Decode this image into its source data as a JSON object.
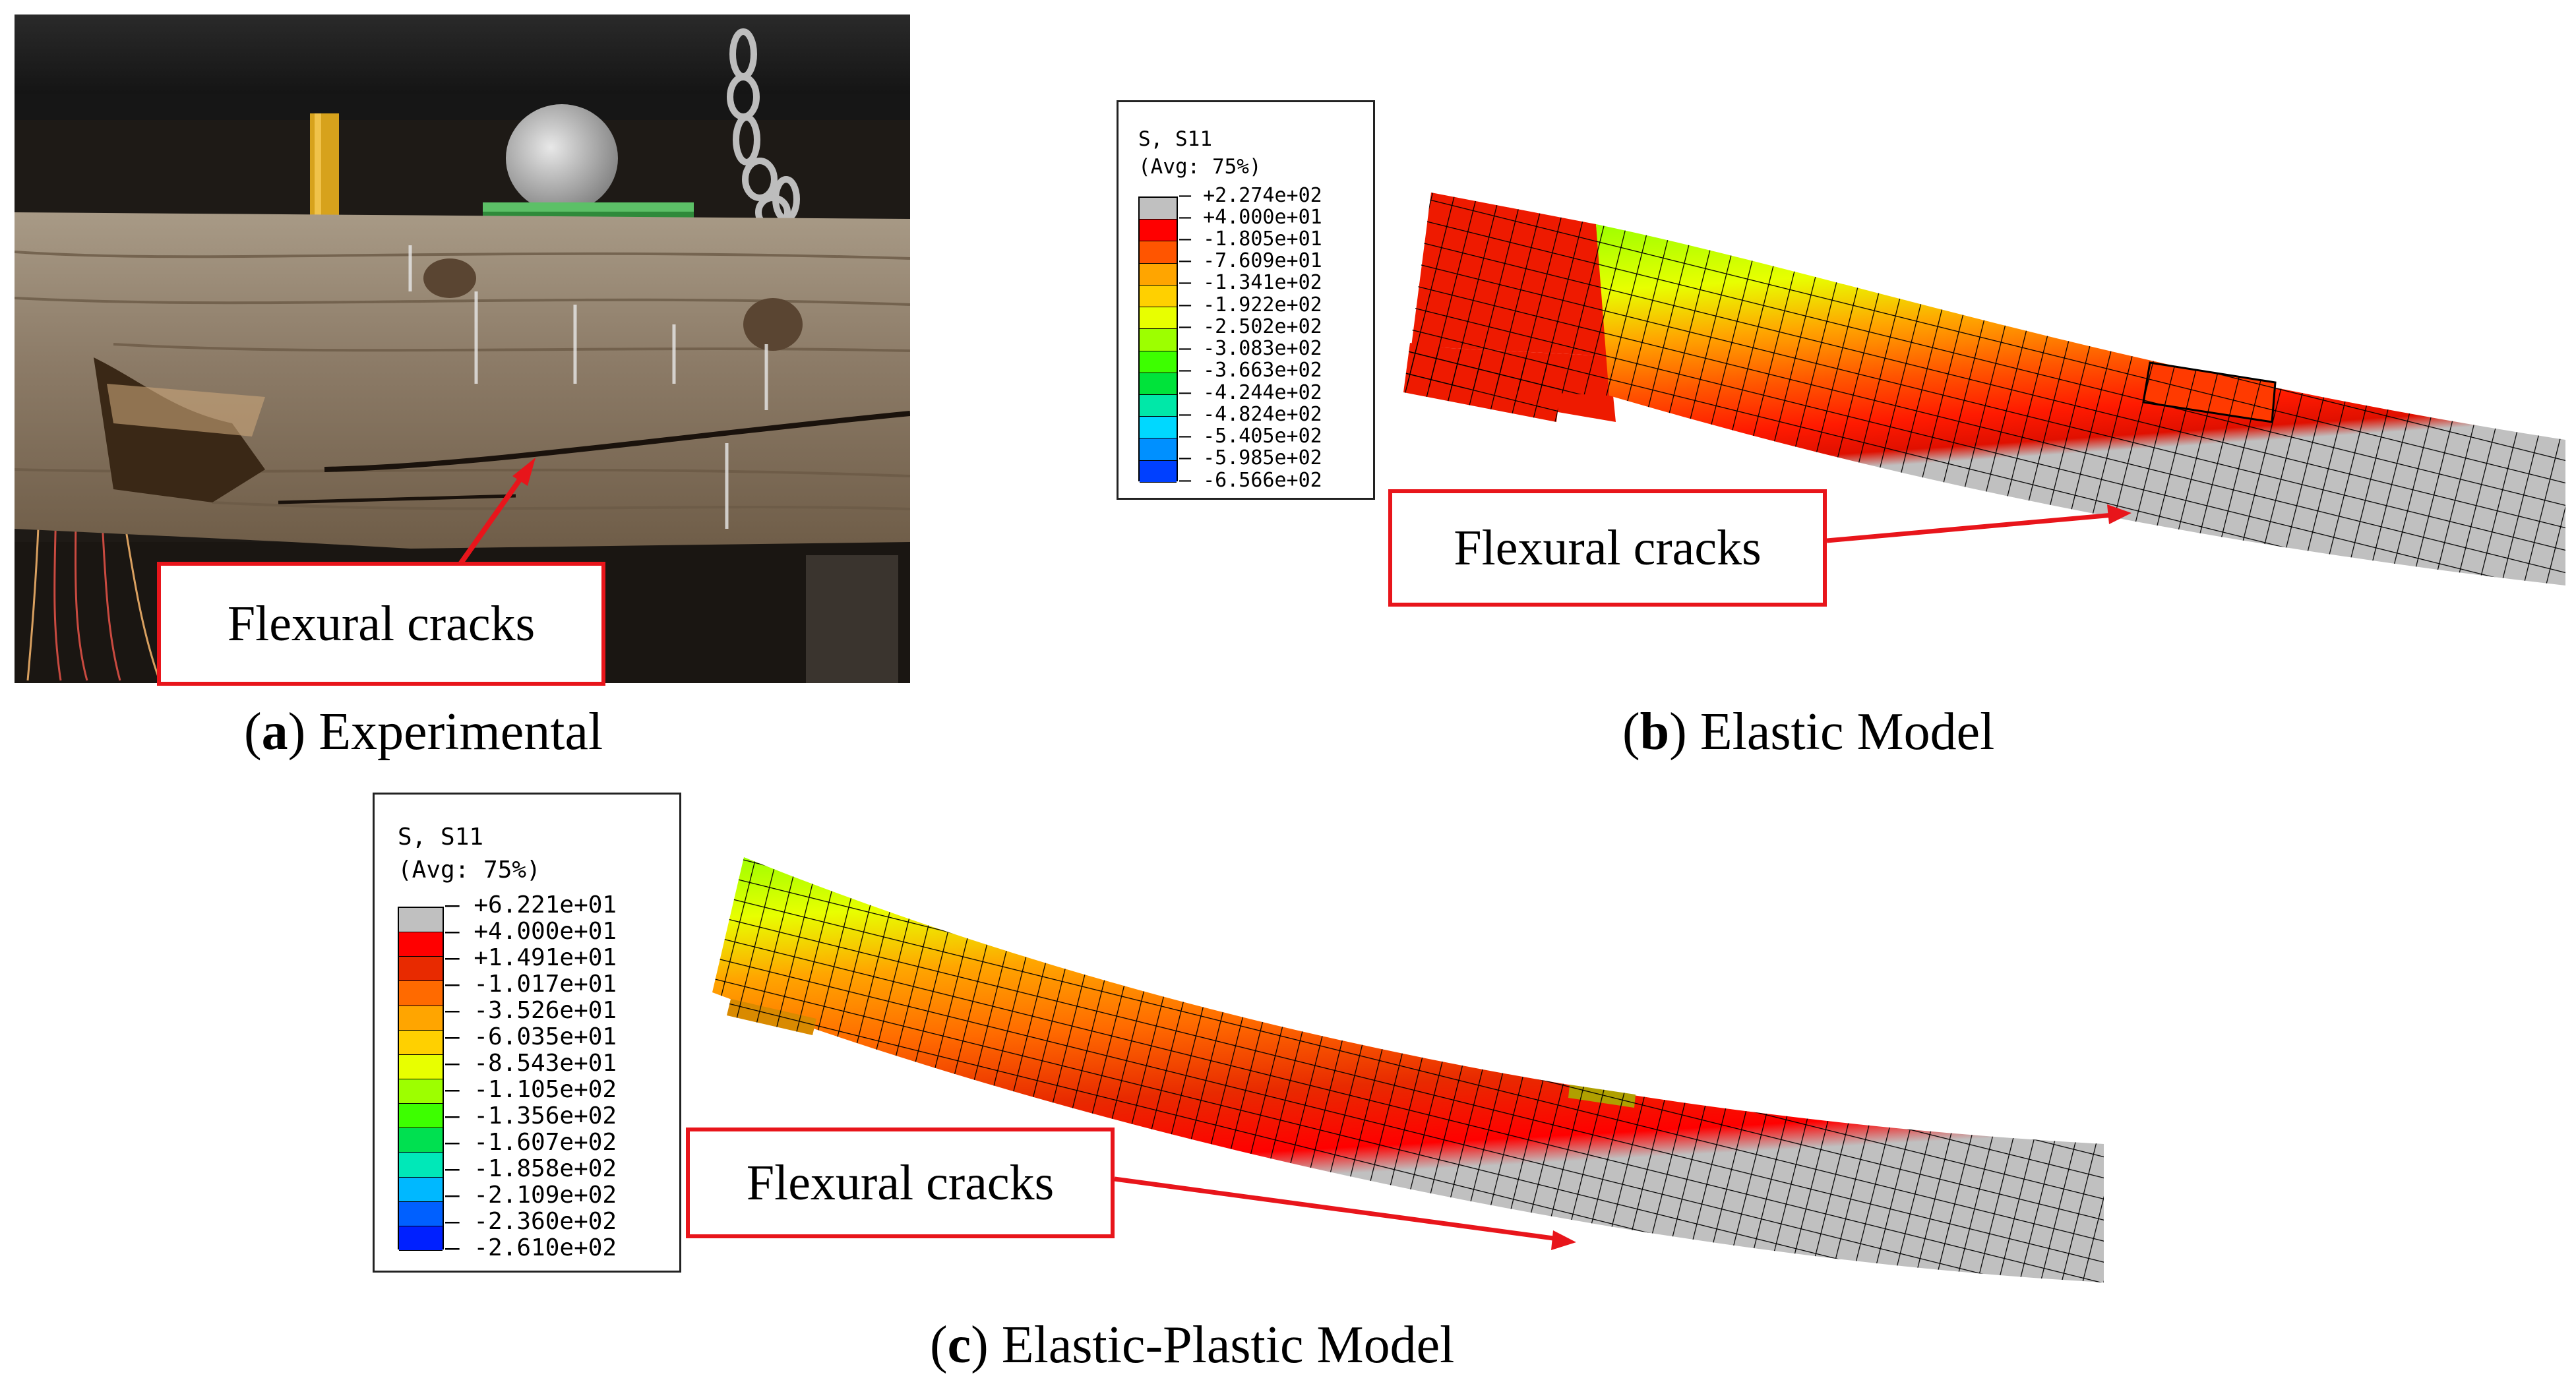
{
  "panels": {
    "a": {
      "caption_letter": "a",
      "caption_text": " Experimental",
      "callout": "Flexural cracks"
    },
    "b": {
      "caption_letter": "b",
      "caption_text": " Elastic Model",
      "callout": "Flexural cracks",
      "legend": {
        "title1": "S, S11",
        "title2": "(Avg: 75%)",
        "values": [
          "+2.274e+02",
          "+4.000e+01",
          "-1.805e+01",
          "-7.609e+01",
          "-1.341e+02",
          "-1.922e+02",
          "-2.502e+02",
          "-3.083e+02",
          "-3.663e+02",
          "-4.244e+02",
          "-4.824e+02",
          "-5.405e+02",
          "-5.985e+02",
          "-6.566e+02"
        ],
        "colors": [
          "#c0c0c0",
          "#ff0000",
          "#ff5500",
          "#ffa500",
          "#ffd000",
          "#e8ff00",
          "#9dff00",
          "#3dff00",
          "#00e33a",
          "#00e8a8",
          "#00d8ff",
          "#0090ff",
          "#0040ff"
        ]
      }
    },
    "c": {
      "caption_letter": "c",
      "caption_text": " Elastic-Plastic Model",
      "callout": "Flexural cracks",
      "legend": {
        "title1": "S, S11",
        "title2": "(Avg: 75%)",
        "values": [
          "+6.221e+01",
          "+4.000e+01",
          "+1.491e+01",
          "-1.017e+01",
          "-3.526e+01",
          "-6.035e+01",
          "-8.543e+01",
          "-1.105e+02",
          "-1.356e+02",
          "-1.607e+02",
          "-1.858e+02",
          "-2.109e+02",
          "-2.360e+02",
          "-2.610e+02"
        ],
        "colors": [
          "#c0c0c0",
          "#ff0000",
          "#e82a00",
          "#ff6a00",
          "#ffa500",
          "#ffd000",
          "#e8ff00",
          "#9dff00",
          "#3dff00",
          "#00e050",
          "#00e8b8",
          "#00b8ff",
          "#0060ff",
          "#0020ff"
        ]
      }
    }
  }
}
